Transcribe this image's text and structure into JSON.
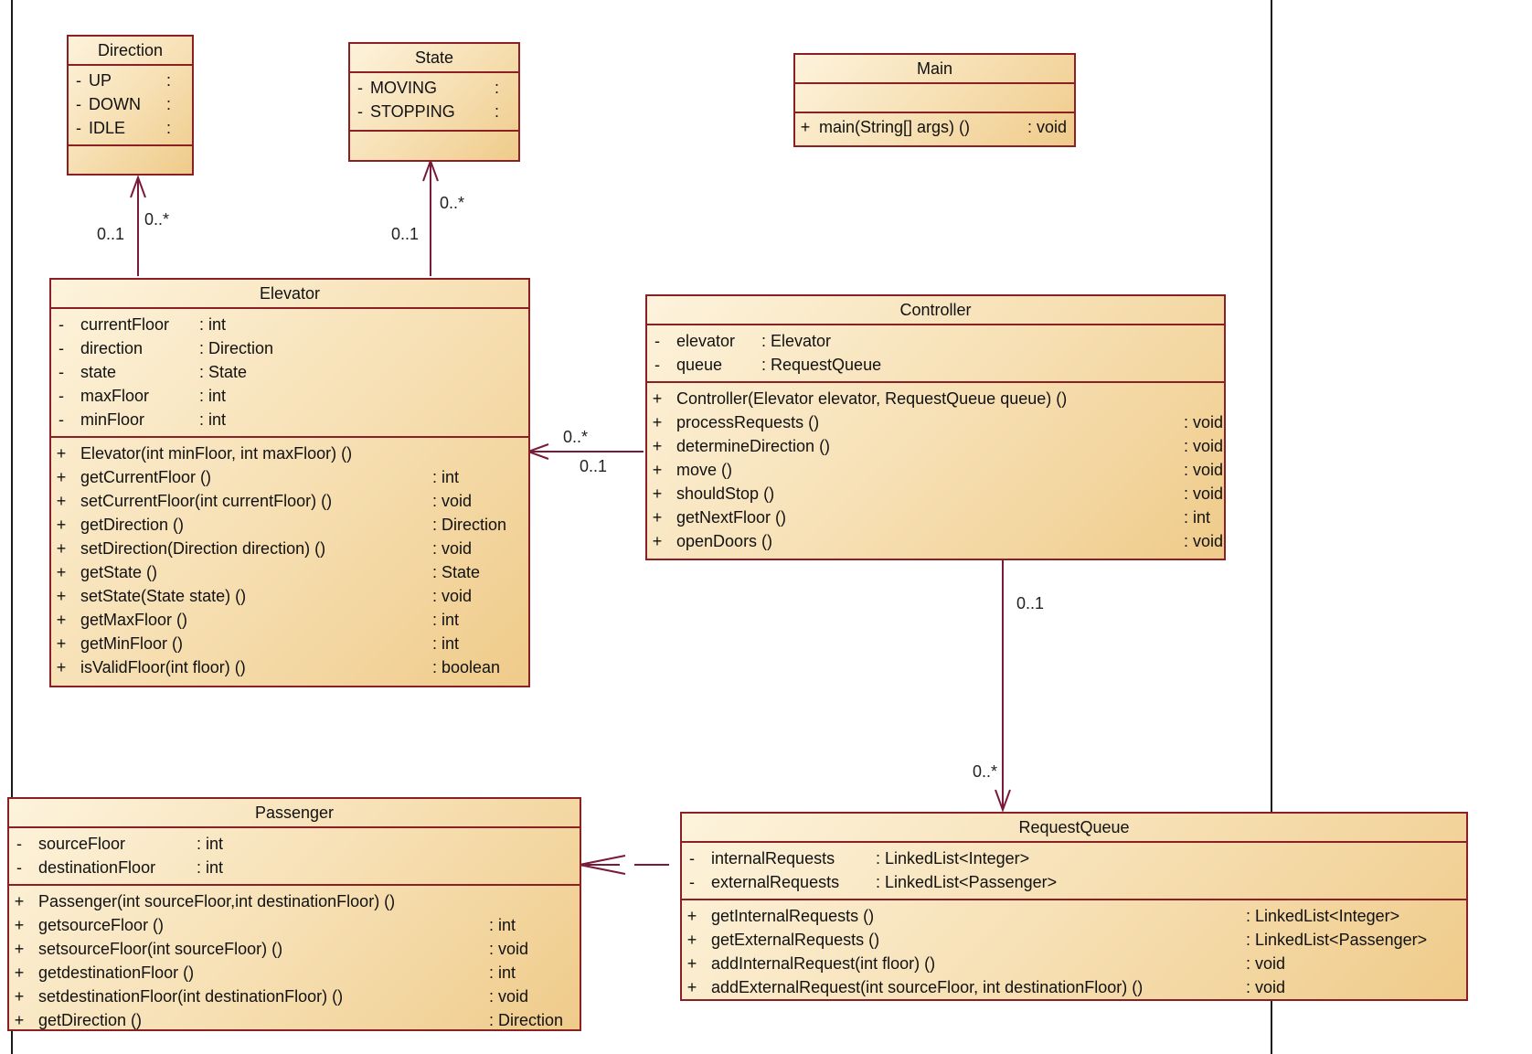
{
  "classes": {
    "direction": {
      "name": "Direction",
      "attributes": [
        {
          "vis": "-",
          "name": "UP",
          "type": ":"
        },
        {
          "vis": "-",
          "name": "DOWN",
          "type": ":"
        },
        {
          "vis": "-",
          "name": "IDLE",
          "type": ":"
        }
      ],
      "operations": []
    },
    "state": {
      "name": "State",
      "attributes": [
        {
          "vis": "-",
          "name": "MOVING",
          "type": ":"
        },
        {
          "vis": "-",
          "name": "STOPPING",
          "type": ":"
        }
      ],
      "operations": []
    },
    "main": {
      "name": "Main",
      "attributes": [],
      "operations": [
        {
          "vis": "+",
          "name": "main(String[] args) ()",
          "type": ": void"
        }
      ]
    },
    "elevator": {
      "name": "Elevator",
      "attributes": [
        {
          "vis": "-",
          "name": "currentFloor",
          "type": ": int"
        },
        {
          "vis": "-",
          "name": "direction",
          "type": ": Direction"
        },
        {
          "vis": "-",
          "name": "state",
          "type": ": State"
        },
        {
          "vis": "-",
          "name": "maxFloor",
          "type": ": int"
        },
        {
          "vis": "-",
          "name": "minFloor",
          "type": ": int"
        }
      ],
      "operations": [
        {
          "vis": "+",
          "name": "Elevator(int minFloor, int maxFloor) ()",
          "type": ""
        },
        {
          "vis": "+",
          "name": "getCurrentFloor ()",
          "type": ": int"
        },
        {
          "vis": "+",
          "name": "setCurrentFloor(int currentFloor) ()",
          "type": ": void"
        },
        {
          "vis": "+",
          "name": "getDirection ()",
          "type": ": Direction"
        },
        {
          "vis": "+",
          "name": "setDirection(Direction direction) ()",
          "type": ": void"
        },
        {
          "vis": "+",
          "name": "getState ()",
          "type": ": State"
        },
        {
          "vis": "+",
          "name": "setState(State state) ()",
          "type": ": void"
        },
        {
          "vis": "+",
          "name": "getMaxFloor ()",
          "type": ": int"
        },
        {
          "vis": "+",
          "name": "getMinFloor ()",
          "type": ": int"
        },
        {
          "vis": "+",
          "name": "isValidFloor(int floor) ()",
          "type": ": boolean"
        }
      ]
    },
    "controller": {
      "name": "Controller",
      "attributes": [
        {
          "vis": "-",
          "name": "elevator",
          "type": ": Elevator"
        },
        {
          "vis": "-",
          "name": "queue",
          "type": ": RequestQueue"
        }
      ],
      "operations": [
        {
          "vis": "+",
          "name": "Controller(Elevator elevator, RequestQueue queue) ()",
          "type": ""
        },
        {
          "vis": "+",
          "name": "processRequests ()",
          "type": ": void"
        },
        {
          "vis": "+",
          "name": "determineDirection ()",
          "type": ": void"
        },
        {
          "vis": "+",
          "name": "move ()",
          "type": ": void"
        },
        {
          "vis": "+",
          "name": "shouldStop ()",
          "type": ": void"
        },
        {
          "vis": "+",
          "name": "getNextFloor ()",
          "type": ": int"
        },
        {
          "vis": "+",
          "name": "openDoors ()",
          "type": ": void"
        }
      ]
    },
    "passenger": {
      "name": "Passenger",
      "attributes": [
        {
          "vis": "-",
          "name": "sourceFloor",
          "type": ": int"
        },
        {
          "vis": "-",
          "name": "destinationFloor",
          "type": ": int"
        }
      ],
      "operations": [
        {
          "vis": "+",
          "name": "Passenger(int sourceFloor,int destinationFloor) ()",
          "type": ""
        },
        {
          "vis": "+",
          "name": "getsourceFloor ()",
          "type": ": int"
        },
        {
          "vis": "+",
          "name": "setsourceFloor(int sourceFloor) ()",
          "type": ": void"
        },
        {
          "vis": "+",
          "name": "getdestinationFloor ()",
          "type": ": int"
        },
        {
          "vis": "+",
          "name": "setdestinationFloor(int destinationFloor) ()",
          "type": ": void"
        },
        {
          "vis": "+",
          "name": "getDirection ()",
          "type": ": Direction"
        }
      ]
    },
    "requestqueue": {
      "name": "RequestQueue",
      "attributes": [
        {
          "vis": "-",
          "name": "internalRequests",
          "type": ": LinkedList<Integer>"
        },
        {
          "vis": "-",
          "name": "externalRequests",
          "type": ": LinkedList<Passenger>"
        }
      ],
      "operations": [
        {
          "vis": "+",
          "name": "getInternalRequests ()",
          "type": ": LinkedList<Integer>"
        },
        {
          "vis": "+",
          "name": "getExternalRequests ()",
          "type": ": LinkedList<Passenger>"
        },
        {
          "vis": "+",
          "name": "addInternalRequest(int floor) ()",
          "type": ": void"
        },
        {
          "vis": "+",
          "name": "addExternalRequest(int sourceFloor, int destinationFloor) ()",
          "type": ": void"
        }
      ]
    }
  },
  "multiplicities": {
    "elevator_direction_source": "0..1",
    "elevator_direction_target": "0..*",
    "elevator_state_source": "0..1",
    "elevator_state_target": "0..*",
    "controller_elevator_target": "0..*",
    "controller_elevator_source": "0..1",
    "controller_queue_source": "0..1",
    "controller_queue_target": "0..*"
  },
  "colors": {
    "border": "#8a1f24",
    "connector": "#7a1a3a",
    "fill_light": "#fdf3dc",
    "fill_dark": "#efcb8a"
  }
}
